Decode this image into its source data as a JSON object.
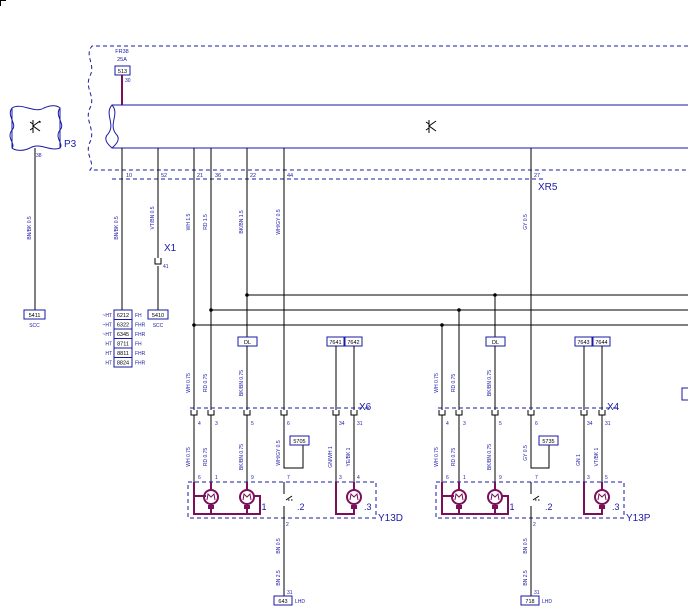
{
  "fuse": {
    "name": "FR38",
    "rating": "25A",
    "ref": "513",
    "pin": "30"
  },
  "connectors": {
    "p3": {
      "label": "P3",
      "pin": "38"
    },
    "xr5": {
      "label": "XR5",
      "pins": [
        "10",
        "52",
        "21",
        "36",
        "22",
        "44",
        "27"
      ]
    },
    "x1": {
      "label": "X1",
      "pin": "41"
    },
    "x6": {
      "label": "X6",
      "pins": [
        "4",
        "3",
        "5",
        "6",
        "34",
        "31"
      ]
    },
    "x4": {
      "label": "X4",
      "pins": [
        "4",
        "3",
        "5",
        "6",
        "34",
        "31"
      ]
    }
  },
  "wires": {
    "p3_wire": "BN/BK 0.5",
    "pin10_wire": "BN/BK 0.5",
    "pin52_wire": "VT/BN 0.5",
    "pin21_wire": "WH 1.5",
    "pin36_wire": "RD 1.5",
    "pin22_wire": "BK/BN 1.5",
    "pin44_wire": "WH/GY 0.5",
    "pin27_wire": "GY 0.5"
  },
  "refs": {
    "p3_ref": {
      "code": "5411",
      "sub": "SCC"
    },
    "x1_ref": {
      "code": "5410",
      "sub": "SCC"
    },
    "ht_list": [
      {
        "pre": "~HT",
        "code": "6212",
        "tag": "FH"
      },
      {
        "pre": "~HT",
        "code": "6322",
        "tag": "FHR"
      },
      {
        "pre": "~HT",
        "code": "6345",
        "tag": "FHR"
      },
      {
        "pre": "HT",
        "code": "8711",
        "tag": "FH"
      },
      {
        "pre": "HT",
        "code": "8811",
        "tag": "FHR"
      },
      {
        "pre": "HT",
        "code": "8824",
        "tag": "FHR"
      }
    ]
  },
  "left_door": {
    "dl": "DL",
    "refs_top": [
      "7641",
      "7642"
    ],
    "upper_wires": [
      "WH 0.75",
      "RD 0.75",
      "BK/BN 0.75"
    ],
    "lower_wires": [
      "WH 0.75",
      "RD 0.75",
      "BK/BN 0.75",
      "WH/GY 0.5",
      "GN/WH 1",
      "YE/BK 1"
    ],
    "side_ref": "5705",
    "module": {
      "label": "Y13D",
      "pins": [
        "6",
        "1",
        "9",
        "7",
        "3",
        "4"
      ],
      "sub1": ".1",
      "sub2": ".2",
      "sub3": ".3",
      "out_pin": "2"
    },
    "ground": {
      "wire1": "BN 0.5",
      "wire2": "BN 2.5",
      "pin": "31",
      "ref": "643",
      "sub": "LHD"
    }
  },
  "right_door": {
    "dl": "DL",
    "refs_top": [
      "7643",
      "7644"
    ],
    "upper_wires": [
      "WH 0.75",
      "RD 0.75",
      "BK/BN 0.75"
    ],
    "lower_wires": [
      "WH 0.75",
      "RD 0.75",
      "BK/BN 0.75",
      "GY 0.5",
      "GN 1",
      "VT/BK 1"
    ],
    "side_ref": "5735",
    "module": {
      "label": "Y13P",
      "pins": [
        "6",
        "1",
        "9",
        "7",
        "3",
        "5"
      ],
      "sub1": ".1",
      "sub2": ".2",
      "sub3": ".3",
      "out_pin": "2"
    },
    "ground": {
      "wire1": "BN 0.5",
      "wire2": "BN 2.5",
      "pin": "31",
      "ref": "718",
      "sub": "LHD"
    }
  },
  "colors": {
    "wire": "#1a1aa6",
    "motor": "#7a0f5a",
    "bus": "#000000"
  }
}
